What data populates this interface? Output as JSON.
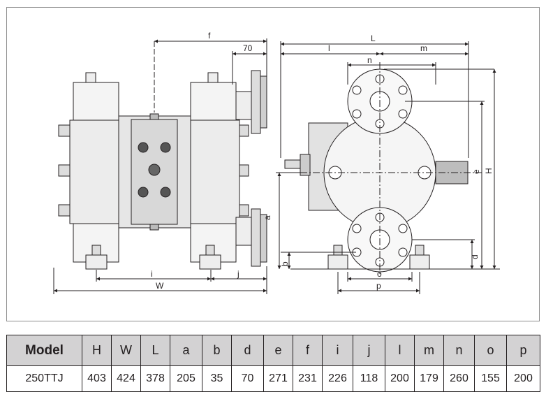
{
  "drawing": {
    "labels": {
      "f": "f",
      "seventy": "70",
      "i": "i",
      "j": "j",
      "W": "W",
      "a": "a",
      "b": "b",
      "L": "L",
      "l": "l",
      "m": "m",
      "n": "n",
      "H": "H",
      "e": "e",
      "d": "d",
      "o": "o",
      "p": "p"
    }
  },
  "table": {
    "headers": [
      "Model",
      "H",
      "W",
      "L",
      "a",
      "b",
      "d",
      "e",
      "f",
      "i",
      "j",
      "l",
      "m",
      "n",
      "o",
      "p"
    ],
    "rows": [
      [
        "250TTJ",
        "403",
        "424",
        "378",
        "205",
        "35",
        "70",
        "271",
        "231",
        "226",
        "118",
        "200",
        "179",
        "260",
        "155",
        "200"
      ]
    ]
  }
}
